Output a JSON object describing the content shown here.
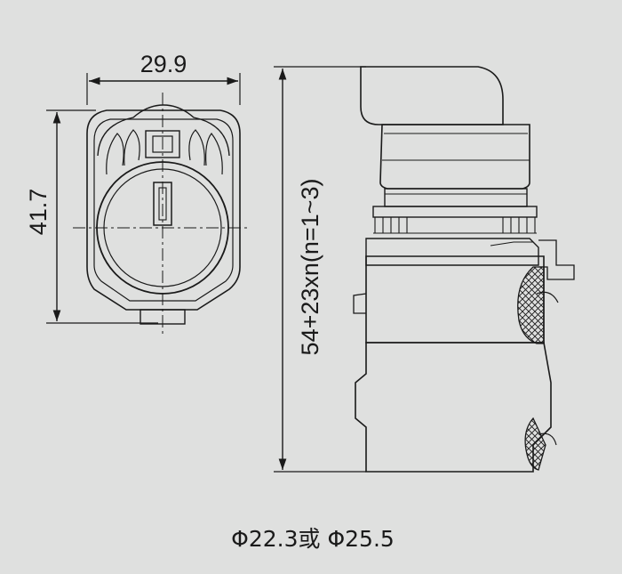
{
  "front_view": {
    "width_dim": "29.9",
    "height_dim": "41.7"
  },
  "side_view": {
    "length_dim": "54+23xn(n=1~3)"
  },
  "caption": "Φ22.3或 Φ25.5",
  "colors": {
    "background": "#dfe0df",
    "line": "#1a1a1a"
  }
}
